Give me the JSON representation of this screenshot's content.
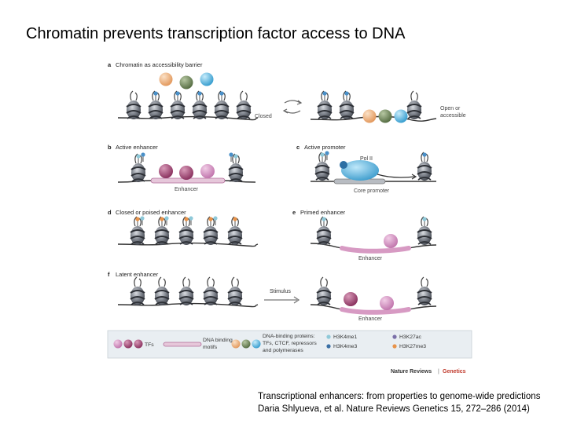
{
  "slide": {
    "title": "Chromatin prevents transcription factor access to DNA",
    "citation_line1": "Transcriptional enhancers: from properties to genome-wide predictions",
    "citation_line2": "Daria Shlyueva, et al. Nature Reviews Genetics 15, 272–286 (2014)"
  },
  "figure": {
    "panel_a": {
      "letter": "a",
      "title": "Chromatin as accessibility barrier",
      "left_state": "Closed",
      "right_state_1": "Open or",
      "right_state_2": "accessible"
    },
    "panel_b": {
      "letter": "b",
      "title": "Active enhancer",
      "region": "Enhancer"
    },
    "panel_c": {
      "letter": "c",
      "title": "Active promoter",
      "polymerase": "Pol II",
      "region": "Core promoter"
    },
    "panel_d": {
      "letter": "d",
      "title": "Closed or poised enhancer"
    },
    "panel_e": {
      "letter": "e",
      "title": "Primed enhancer",
      "region": "Enhancer"
    },
    "panel_f": {
      "letter": "f",
      "title": "Latent enhancer",
      "arrow_label": "Stimulus",
      "region": "Enhancer"
    },
    "legend": {
      "tfs": "TFs",
      "motifs_1": "DNA binding",
      "motifs_2": "motifs",
      "proteins_1": "DNA-binding proteins:",
      "proteins_2": "TFs, CTCF, repressors",
      "proteins_3": "and polymerases",
      "mark_1": "H3K4me1",
      "mark_2": "H3K4me3",
      "mark_3": "H3K27ac",
      "mark_4": "H3K27me3"
    },
    "journal": "Nature Reviews",
    "journal_section": "Genetics",
    "colors": {
      "tf_orange": "#f0b27e",
      "tf_green": "#6f8a5a",
      "tf_blue": "#5ab6e0",
      "tf_magenta": "#a8507a",
      "tf_pink": "#d592c2",
      "motif": "#c97aa9",
      "nucleosome": "#6b6f78",
      "accent_red": "#c0392b"
    }
  }
}
